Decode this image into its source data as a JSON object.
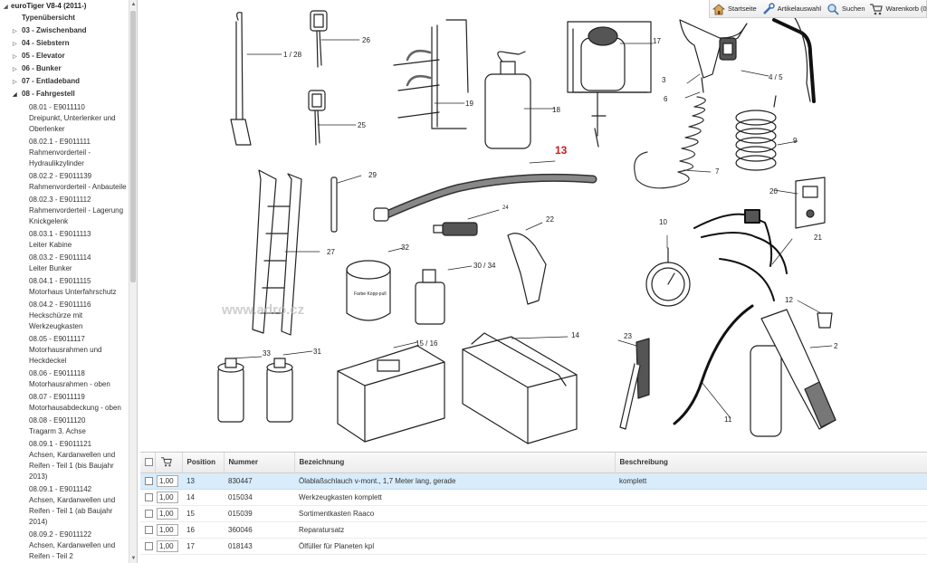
{
  "sidebar": {
    "root_label": "euroTiger V8-4 (2011-)",
    "overview_label": "Typenübersicht",
    "groups": [
      {
        "label": "03 - Zwischenband",
        "expanded": false
      },
      {
        "label": "04 - Siebstern",
        "expanded": false
      },
      {
        "label": "05 - Elevator",
        "expanded": false
      },
      {
        "label": "06 - Bunker",
        "expanded": false
      },
      {
        "label": "07 - Entladeband",
        "expanded": false
      },
      {
        "label": "08 - Fahrgestell",
        "expanded": true
      }
    ],
    "leaves": [
      [
        "08.01 - E9011110",
        "Dreipunkt, Unterlenker und",
        "Oberlenker"
      ],
      [
        "08.02.1 - E9011111",
        "Rahmenvorderteil -",
        "Hydraulikzylinder"
      ],
      [
        "08.02.2 - E9011139",
        "Rahmenvorderteil - Anbauteile"
      ],
      [
        "08.02.3 - E9011112",
        "Rahmenvorderteil - Lagerung",
        "Knickgelenk"
      ],
      [
        "08.03.1 - E9011113",
        "Leiter Kabine"
      ],
      [
        "08.03.2 - E9011114",
        "Leiter Bunker"
      ],
      [
        "08.04.1 - E9011115",
        "Motorhaus Unterfahrschutz"
      ],
      [
        "08.04.2 - E9011116",
        "Heckschürze mit",
        "Werkzeugkasten"
      ],
      [
        "08.05 - E9011117",
        "Motorhausrahmen und",
        "Heckdeckel"
      ],
      [
        "08.06 - E9011118",
        "Motorhausrahmen - oben"
      ],
      [
        "08.07 - E9011119",
        "Motorhausabdeckung - oben"
      ],
      [
        "08.08 - E9011120",
        "Tragarm 3. Achse"
      ],
      [
        "08.09.1 - E9011121",
        "Achsen, Kardanwellen und",
        "Reifen - Teil 1 (bis Baujahr",
        "2013)"
      ],
      [
        "08.09.1 - E9011142",
        "Achsen, Kardanwellen und",
        "Reifen - Teil 1 (ab Baujahr",
        "2014)"
      ],
      [
        "08.09.2 - E9011122",
        "Achsen, Kardanwellen und",
        "Reifen - Teil 2"
      ]
    ]
  },
  "toolbar": {
    "home": "Startseite",
    "article_selection": "Artikelauswahl",
    "search": "Suchen",
    "cart": "Warenkorb (0"
  },
  "drawing": {
    "watermark": "www.adro.cz",
    "labels": [
      "1 / 28",
      "26",
      "19",
      "18",
      "17",
      "3",
      "6",
      "4 / 5",
      "9",
      "25",
      "13",
      "7",
      "20",
      "29",
      "24",
      "22",
      "10",
      "21",
      "27",
      "32",
      "30 / 34",
      "12",
      "33",
      "31",
      "15 / 16",
      "14",
      "23",
      "2",
      "11"
    ],
    "highlight_label": "13",
    "pour_label": "Farbe Kopp-pull"
  },
  "table": {
    "columns": [
      "",
      "",
      "Position",
      "Nummer",
      "Bezeichnung",
      "Beschreibung"
    ],
    "rows": [
      {
        "qty": "1,00",
        "position": "13",
        "number": "830447",
        "name": "Ölablaßschlauch v-mont., 1,7 Meter lang, gerade",
        "description": "komplett",
        "selected": true
      },
      {
        "qty": "1,00",
        "position": "14",
        "number": "015034",
        "name": "Werkzeugkasten komplett",
        "description": "",
        "selected": false
      },
      {
        "qty": "1,00",
        "position": "15",
        "number": "015039",
        "name": "Sortimentkasten Raaco",
        "description": "",
        "selected": false
      },
      {
        "qty": "1,00",
        "position": "16",
        "number": "360046",
        "name": "Reparatursatz",
        "description": "",
        "selected": false
      },
      {
        "qty": "1,00",
        "position": "17",
        "number": "018143",
        "name": "Ölfüller für Planeten kpl",
        "description": "",
        "selected": false
      }
    ]
  },
  "colors": {
    "highlight": "#d21a1a",
    "selected_row": "#d9ecfb",
    "accent": "#2a6ebb"
  }
}
